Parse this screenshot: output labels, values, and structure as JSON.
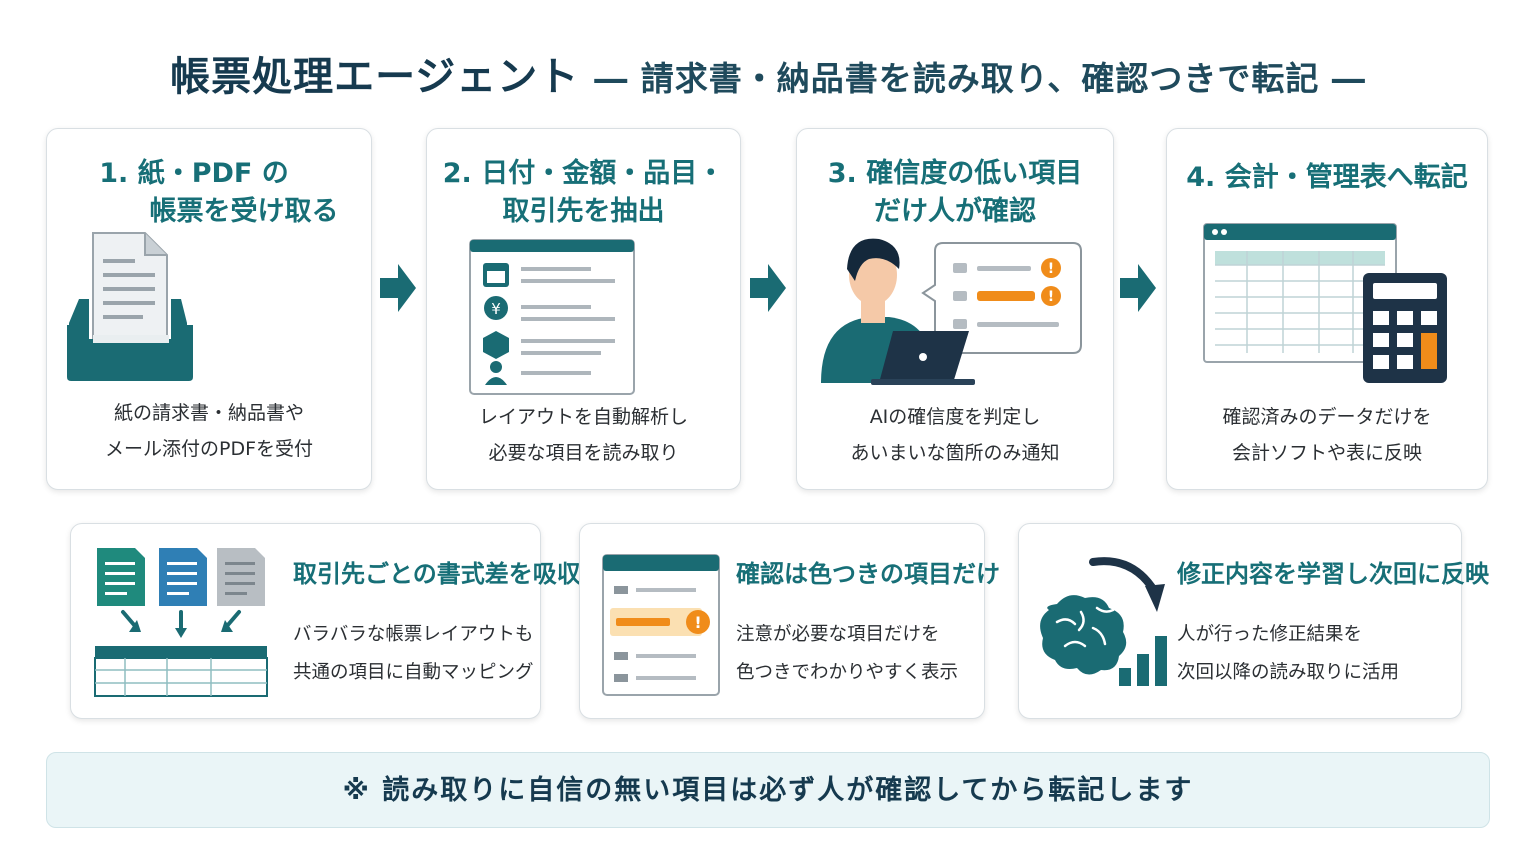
{
  "header": {
    "title_main": "帳票処理エージェント",
    "title_sub": "― 請求書・納品書を読み取り、確認つきで転記 ―"
  },
  "steps": [
    {
      "title_line1": "1. 紙・PDF の",
      "title_line2": "帳票を受け取る",
      "desc_line1": "紙の請求書・納品書や",
      "desc_line2": "メール添付のPDFを受付",
      "icon": "document-tray-icon"
    },
    {
      "title_line1": "2. 日付・金額・品目・",
      "title_line2": "取引先を抽出",
      "desc_line1": "レイアウトを自動解析し",
      "desc_line2": "必要な項目を読み取り",
      "icon": "extraction-form-icon"
    },
    {
      "title_line1": "3. 確信度の低い項目",
      "title_line2": "だけ人が確認",
      "desc_line1": "AIの確信度を判定し",
      "desc_line2": "あいまいな箇所のみ通知",
      "icon": "person-review-icon"
    },
    {
      "title_line1": "4. 会計・管理表へ転記",
      "title_line2": "",
      "desc_line1": "確認済みのデータだけを",
      "desc_line2": "会計ソフトや表に反映",
      "icon": "spreadsheet-calculator-icon"
    }
  ],
  "features": [
    {
      "title": "取引先ごとの書式差を吸収",
      "desc_line1": "バラバラな帳票レイアウトも",
      "desc_line2": "共通の項目に自動マッピング",
      "icon": "layout-mapping-icon"
    },
    {
      "title": "確認は色つきの項目だけ",
      "desc_line1": "注意が必要な項目だけを",
      "desc_line2": "色つきでわかりやすく表示",
      "icon": "highlighted-field-icon"
    },
    {
      "title": "修正内容を学習し次回に反映",
      "desc_line1": "人が行った修正結果を",
      "desc_line2": "次回以降の読み取りに活用",
      "icon": "brain-learning-icon"
    }
  ],
  "footer_note": "※ 読み取りに自信の無い項目は必ず人が確認してから転記します",
  "colors": {
    "teal": "#176f77",
    "dark_teal": "#1a6b73",
    "navy": "#1e3347",
    "orange": "#f08c1a",
    "light_gray": "#d9dfe3",
    "note_bg": "#eaf5f7"
  }
}
